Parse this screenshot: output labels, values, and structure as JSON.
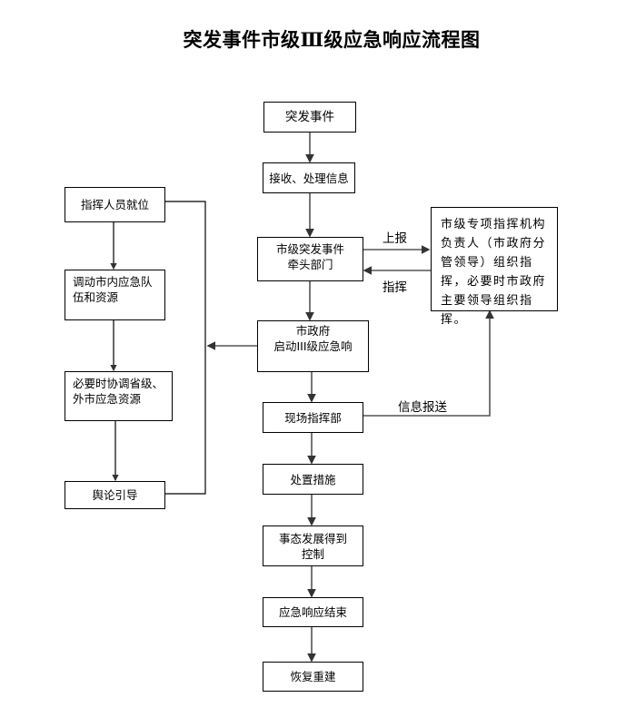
{
  "title": "突发事件市级Ⅲ级应急响应流程图",
  "nodes": {
    "event": "突发事件",
    "receive": "接收、处理信息",
    "lead_dept": "市级突发事件\n牵头部门",
    "gov_start": "市政府\n启动III级应急响",
    "command_center": "现场指挥部",
    "measures": "处置措施",
    "controlled": "事态发展得到\n控制",
    "end": "应急响应结束",
    "recovery": "恢复重建",
    "commander_ready": "指挥人员就位",
    "mobilize": "调动市内应急队\n伍和资源",
    "coordinate": "必要时协调省级、\n外市应急资源",
    "opinion": "舆论引导",
    "special_command": "市级专项指挥机构负责人（市政府分管领导）组织指挥，必要时市政府主要领导组织指挥。"
  },
  "edge_labels": {
    "report": "上报",
    "command": "指挥",
    "info_report": "信息报送"
  },
  "colors": {
    "line": "#555555",
    "border": "#000000"
  }
}
